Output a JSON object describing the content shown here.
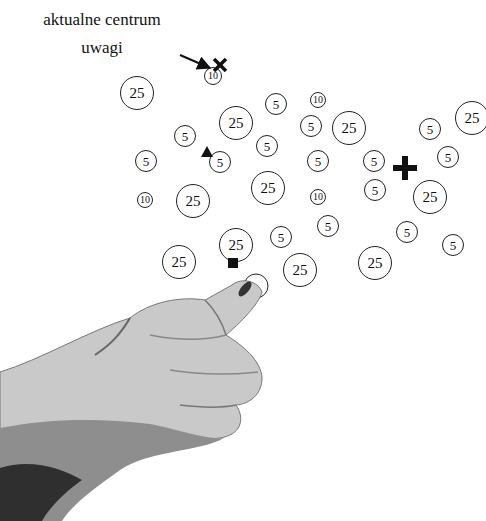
{
  "diagram": {
    "nodes": [
      {
        "text": [
          "10"
        ]
      },
      {
        "text": [
          "25"
        ]
      },
      {
        "text": [
          "10"
        ]
      },
      {
        "text": [
          "5"
        ]
      },
      {
        "text": [
          "25"
        ]
      },
      {
        "text": [
          "25"
        ]
      },
      {
        "text": [
          "5"
        ]
      },
      {
        "text": [
          "25"
        ]
      },
      {
        "text": [
          "5"
        ]
      },
      {
        "text": [
          "5"
        ]
      },
      {
        "text": [
          "5"
        ]
      },
      {
        "text": [
          "5"
        ]
      },
      {
        "text": [
          "5"
        ]
      },
      {
        "text": [
          "5"
        ]
      },
      {
        "text": [
          "5"
        ]
      },
      {
        "text": [
          "5"
        ]
      },
      {
        "text": [
          "25"
        ]
      },
      {
        "text": [
          "5"
        ]
      },
      {
        "text": [
          "10"
        ]
      },
      {
        "text": [
          "25"
        ]
      },
      {
        "text": [
          "10"
        ]
      },
      {
        "text": [
          "25"
        ]
      },
      {
        "text": [
          "5"
        ]
      },
      {
        "text": [
          "5"
        ]
      },
      {
        "text": [
          "5"
        ]
      },
      {
        "text": [
          "25"
        ]
      },
      {
        "text": [
          "5"
        ]
      },
      {
        "text": [
          "25"
        ]
      },
      {
        "text": [
          "25"
        ]
      },
      {
        "text": [
          "25"
        ]
      }
    ],
    "labels": [
      "aktualne centrum uwagi"
    ]
  }
}
